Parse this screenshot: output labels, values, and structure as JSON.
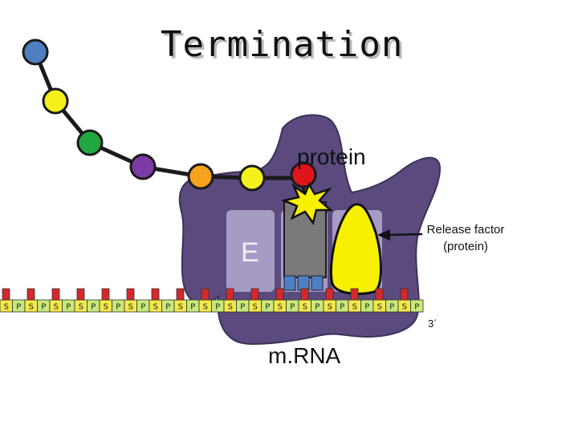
{
  "slide": {
    "title": "Termination"
  },
  "labels": {
    "protein": "protein",
    "release_factor_line1": "Release factor",
    "release_factor_line2": "(protein)",
    "mrna": "m.RNA",
    "three_prime": "3´",
    "e_site": "E"
  },
  "mrna_strand": {
    "backbone_letters": [
      "S",
      "P"
    ],
    "base_count": 17
  },
  "protein_chain": {
    "bead_colors": [
      "#4f7fc1",
      "#f5ef1c",
      "#22a642",
      "#7b3aa6",
      "#f5a31d",
      "#f5ef1c",
      "#e0141b"
    ]
  },
  "colors": {
    "ribosome": "#5a4a7e",
    "ribosome_outline": "#3d315a",
    "site_slot": "#a59bc3",
    "trna_body": "#7a7a7a",
    "anticodon": "#4d7fc2",
    "release_factor": "#f7f000",
    "starburst": "#f7f000",
    "backbone_yellow": "#f4e84a",
    "backbone_green": "#c9e87a",
    "base_red": "#d6282a",
    "arrow": "#111111"
  }
}
